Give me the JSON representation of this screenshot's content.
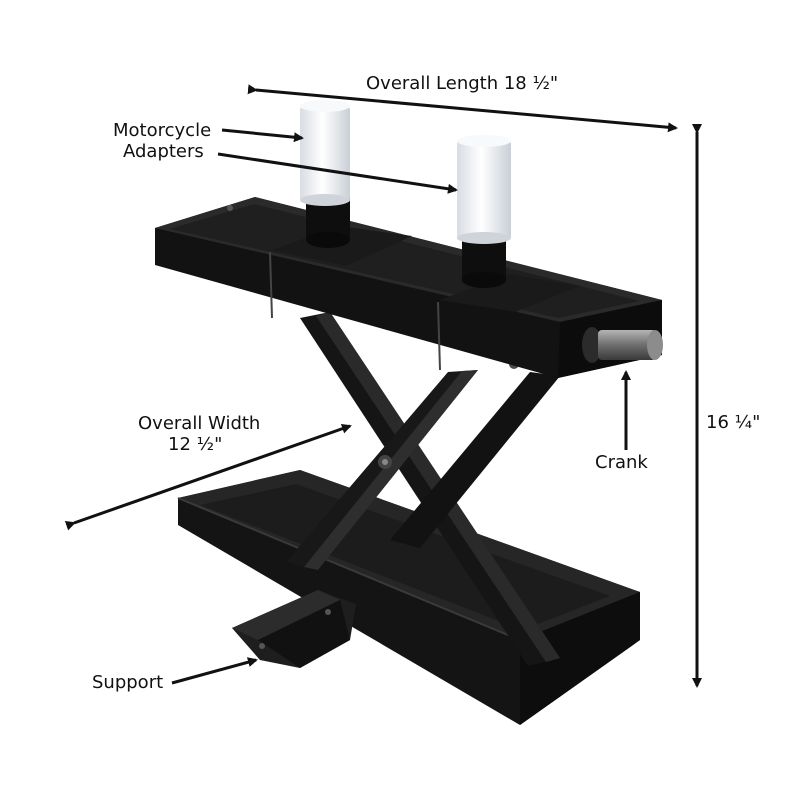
{
  "labels": {
    "overall_length": "Overall Length 18 ½\"",
    "adapters_line1": "Motorcycle",
    "adapters_line2": "Adapters",
    "width_line1": "Overall Width",
    "width_line2": "12 ½\"",
    "height": "16 ¼\"",
    "crank": "Crank",
    "support": "Support"
  },
  "colors": {
    "text": "#111111",
    "steel": "#1a1a1a",
    "adapter": "#eef2f6",
    "background": "#ffffff"
  }
}
